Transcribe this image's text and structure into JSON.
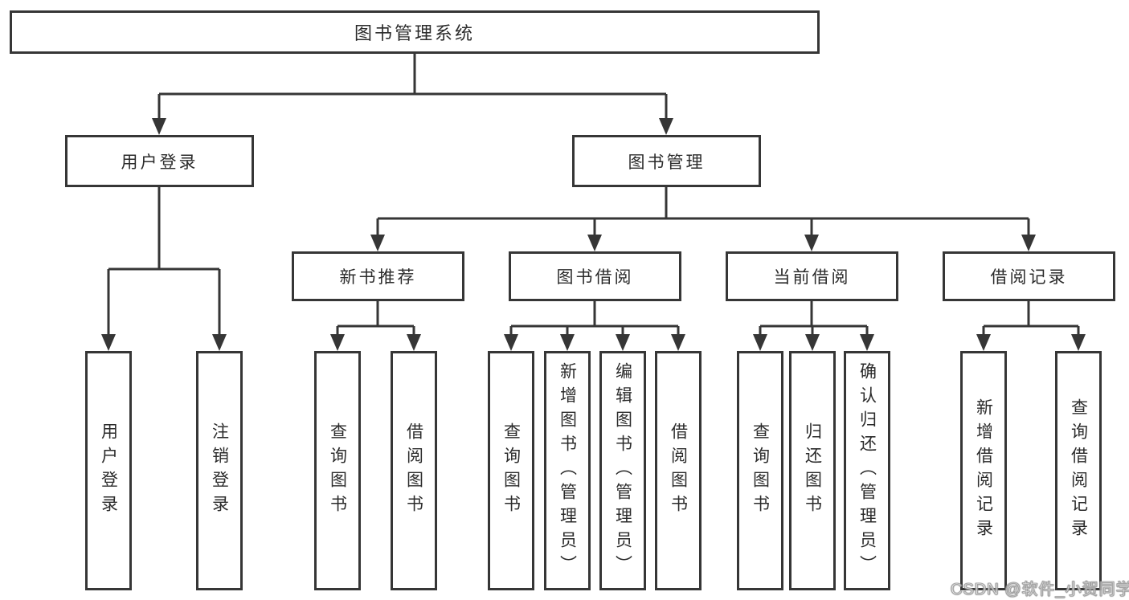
{
  "colors": {
    "background": "#ffffff",
    "line": "#363636",
    "box_border": "#363636",
    "text": "#2b2b2b",
    "watermark_fill": "#f2f2f2",
    "watermark_outline": "#9a9a9a"
  },
  "tree": {
    "root": "图书管理系统",
    "branches": [
      {
        "label": "用户登录",
        "children": [
          "用户登录",
          "注销登录"
        ]
      },
      {
        "label": "图书管理",
        "children": [
          {
            "label": "新书推荐",
            "children": [
              "查询图书",
              "借阅图书"
            ]
          },
          {
            "label": "图书借阅",
            "children": [
              "查询图书",
              "新增图书（管理员）",
              "编辑图书（管理员）",
              "借阅图书"
            ]
          },
          {
            "label": "当前借阅",
            "children": [
              "查询图书",
              "归还图书",
              "确认归还（管理员）"
            ]
          },
          {
            "label": "借阅记录",
            "children": [
              "新增借阅记录",
              "查询借阅记录"
            ]
          }
        ]
      }
    ]
  },
  "watermark": {
    "text": "CSDN @软件_小贺同学"
  }
}
